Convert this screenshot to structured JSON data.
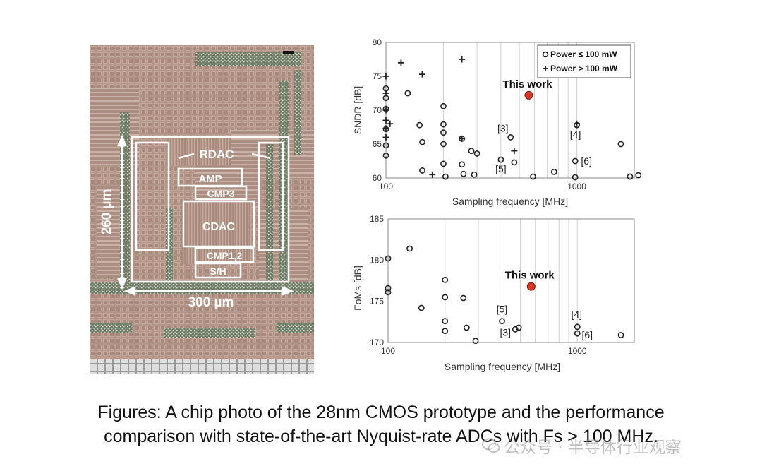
{
  "chip_labels": {
    "rdac": "RDAC",
    "amp": "AMP",
    "cmp3": "CMP3",
    "cdac": "CDAC",
    "cmp12": "CMP1,2",
    "sh": "S/H",
    "height": "260 µm",
    "width": "300 µm"
  },
  "colors": {
    "chip_bg": "#b99a8c",
    "this_work": "#d83a2a",
    "marker": "#222222",
    "grid": "#d0d0d0"
  },
  "chart_data": [
    {
      "type": "scatter",
      "title": "",
      "xlabel": "Sampling frequency [MHz]",
      "ylabel": "SNDR [dB]",
      "xscale": "log",
      "xlim": [
        100,
        2000
      ],
      "ylim": [
        60,
        80
      ],
      "x_ticks": [
        "100",
        "1000"
      ],
      "y_ticks": [
        "60",
        "65",
        "70",
        "75",
        "80"
      ],
      "legend": {
        "placement": "top-right",
        "entries": [
          "Power ≤ 100 mW",
          "Power > 100 mW"
        ]
      },
      "series": [
        {
          "name": "Power ≤ 100 mW",
          "marker": "circle",
          "points": [
            [
              100,
              73.2
            ],
            [
              100,
              71.8
            ],
            [
              100,
              70.2
            ],
            [
              100,
              67.2
            ],
            [
              100,
              64.8
            ],
            [
              100,
              63.3
            ],
            [
              130,
              72.5
            ],
            [
              150,
              67.8
            ],
            [
              155,
              65.3
            ],
            [
              155,
              61.1
            ],
            [
              200,
              70.6
            ],
            [
              200,
              67.9
            ],
            [
              200,
              66.7
            ],
            [
              200,
              65.0
            ],
            [
              200,
              62.1
            ],
            [
              205,
              60.2
            ],
            [
              250,
              65.8
            ],
            [
              250,
              62.0
            ],
            [
              255,
              60.6
            ],
            [
              280,
              64.0
            ],
            [
              290,
              60.5
            ],
            [
              300,
              63.6
            ],
            [
              400,
              62.7
            ],
            [
              450,
              66.0
            ],
            [
              470,
              62.3
            ],
            [
              590,
              60.2
            ],
            [
              760,
              60.9
            ],
            [
              980,
              62.5
            ],
            [
              1000,
              67.8
            ],
            [
              980,
              60.1
            ],
            [
              1700,
              65.0
            ],
            [
              1900,
              60.2
            ],
            [
              2100,
              60.4
            ]
          ]
        },
        {
          "name": "Power > 100 mW",
          "marker": "plus",
          "points": [
            [
              100,
              75.0
            ],
            [
              100,
              72.5
            ],
            [
              100,
              70.0
            ],
            [
              100,
              68.5
            ],
            [
              100,
              67.3
            ],
            [
              100,
              66.0
            ],
            [
              105,
              68.0
            ],
            [
              120,
              77.0
            ],
            [
              155,
              75.3
            ],
            [
              175,
              60.5
            ],
            [
              250,
              77.5
            ],
            [
              250,
              65.8
            ],
            [
              470,
              64.0
            ],
            [
              1000,
              68.0
            ]
          ]
        }
      ],
      "this_work": {
        "x": 560,
        "y": 72.2,
        "label": "This work"
      },
      "refs": [
        {
          "label": "[3]",
          "x": 450,
          "y": 66.0
        },
        {
          "label": "[4]",
          "x": 1000,
          "y": 67.8
        },
        {
          "label": "[5]",
          "x": 400,
          "y": 62.7
        },
        {
          "label": "[6]",
          "x": 980,
          "y": 62.5
        }
      ]
    },
    {
      "type": "scatter",
      "title": "",
      "xlabel": "Sampling frequency [MHz]",
      "ylabel": "FoMs [dB]",
      "xscale": "log",
      "xlim": [
        100,
        2000
      ],
      "ylim": [
        170,
        185
      ],
      "x_ticks": [
        "100",
        "1000"
      ],
      "y_ticks": [
        "170",
        "175",
        "180",
        "185"
      ],
      "series": [
        {
          "name": "",
          "marker": "circle",
          "points": [
            [
              100,
              180.2
            ],
            [
              100,
              176.6
            ],
            [
              100,
              176.1
            ],
            [
              130,
              181.4
            ],
            [
              150,
              174.2
            ],
            [
              200,
              177.6
            ],
            [
              200,
              175.5
            ],
            [
              200,
              172.6
            ],
            [
              200,
              171.4
            ],
            [
              250,
              175.4
            ],
            [
              260,
              171.8
            ],
            [
              290,
              170.2
            ],
            [
              400,
              172.6
            ],
            [
              470,
              171.6
            ],
            [
              490,
              171.8
            ],
            [
              1000,
              171.9
            ],
            [
              1000,
              171.1
            ],
            [
              1700,
              170.9
            ]
          ]
        }
      ],
      "this_work": {
        "x": 570,
        "y": 176.8,
        "label": "This work"
      },
      "refs": [
        {
          "label": "[5]",
          "x": 400,
          "y": 172.6
        },
        {
          "label": "[3]",
          "x": 470,
          "y": 171.6
        },
        {
          "label": "[4]",
          "x": 1000,
          "y": 171.9
        },
        {
          "label": "[6]",
          "x": 1000,
          "y": 171.1
        }
      ]
    }
  ],
  "caption": {
    "line1": "Figures: A chip photo of the 28nm CMOS prototype and the performance",
    "line2": "comparison with state-of-the-art Nyquist-rate ADCs with Fs > 100 MHz."
  },
  "watermark": "公众号 · 半导体行业观察"
}
